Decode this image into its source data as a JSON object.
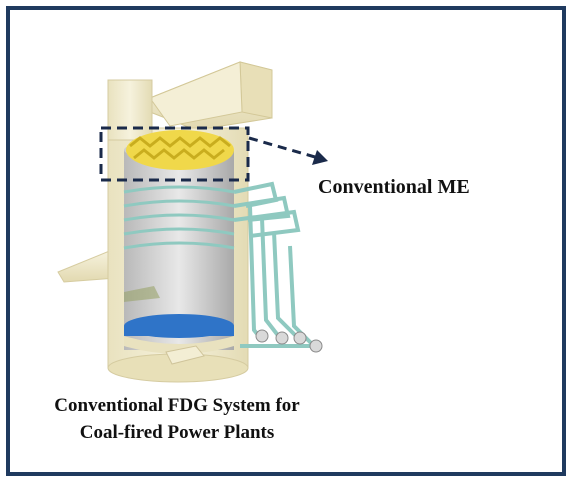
{
  "diagram": {
    "callout_label": "Conventional ME",
    "caption_lines": [
      "Conventional FDG System for",
      "Coal-fired Power Plants"
    ]
  },
  "colors": {
    "frame_border": "#1f3a5f",
    "tower_body": "#f3eed4",
    "mist_eliminator": "#f0d84a",
    "liquid_pool": "#2f74c8",
    "piping": "#8fc9c0",
    "dashed_box": "#1a2a4a"
  },
  "icons": {
    "tower": "fgd-tower-illustration",
    "mist_eliminator": "mist-eliminator-icon",
    "arrow": "dashed-arrow-icon"
  }
}
